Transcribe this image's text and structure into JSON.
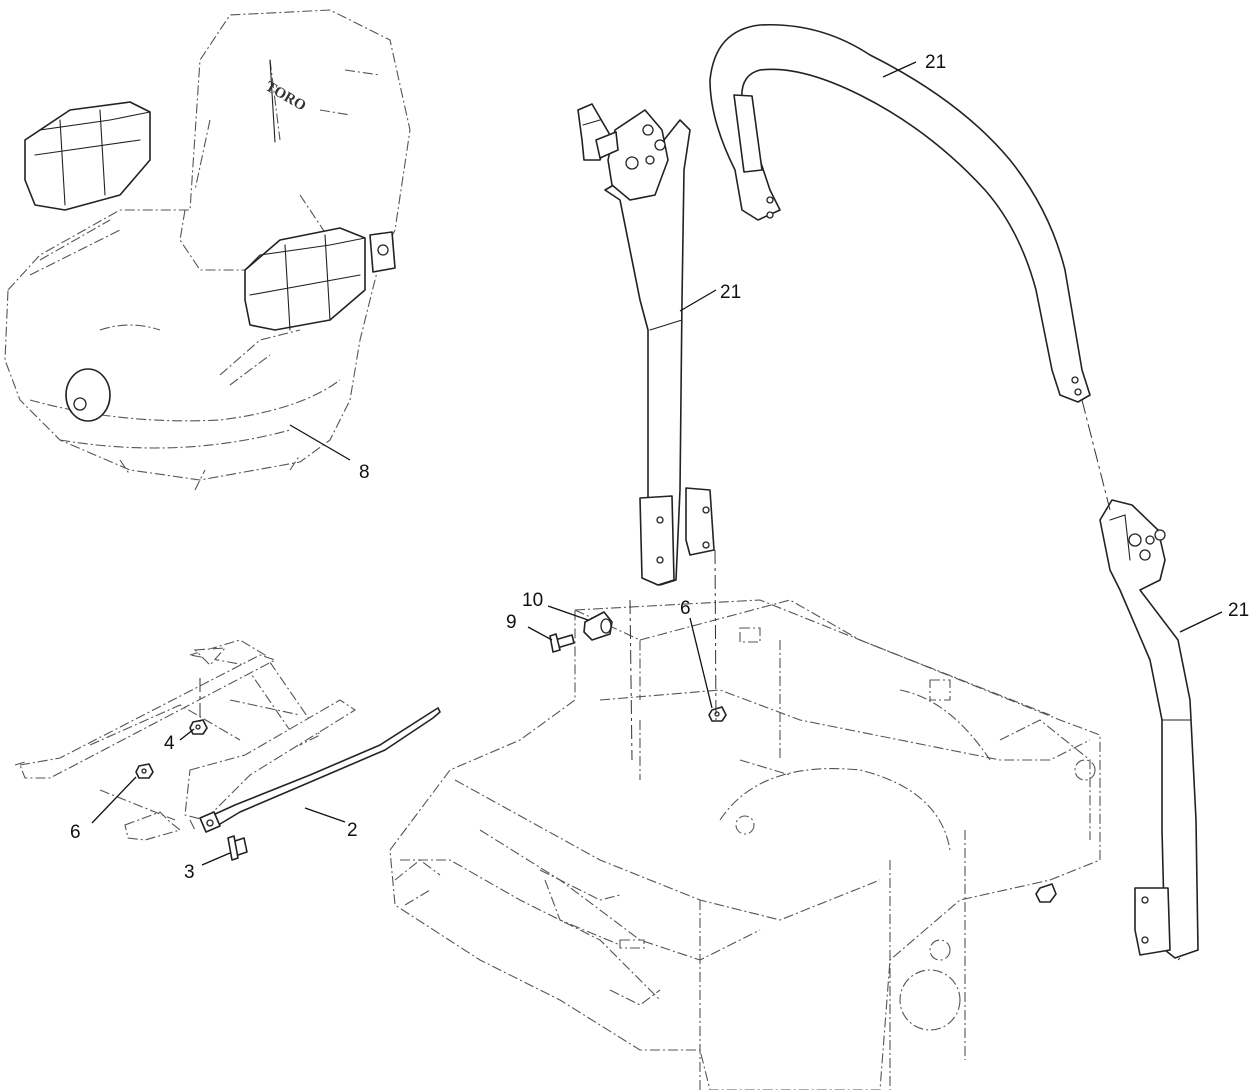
{
  "diagram": {
    "seat_brand": "TORO",
    "callouts": [
      {
        "id": "c-21-top",
        "text": "21"
      },
      {
        "id": "c-21-mid",
        "text": "21"
      },
      {
        "id": "c-21-right",
        "text": "21"
      },
      {
        "id": "c-8",
        "text": "8"
      },
      {
        "id": "c-10",
        "text": "10"
      },
      {
        "id": "c-9",
        "text": "9"
      },
      {
        "id": "c-6-frame",
        "text": "6"
      },
      {
        "id": "c-4",
        "text": "4"
      },
      {
        "id": "c-6-rail",
        "text": "6"
      },
      {
        "id": "c-2",
        "text": "2"
      },
      {
        "id": "c-3",
        "text": "3"
      }
    ]
  }
}
